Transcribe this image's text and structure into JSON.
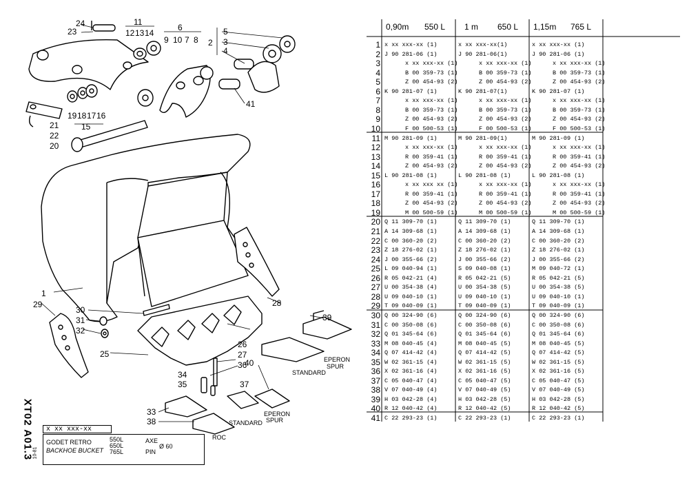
{
  "doc": {
    "code": "XT02 A01.3",
    "date": "10-81",
    "ref": "x xx xxx-xx",
    "title_fr": "GODET RETRO",
    "title_en": "BACKHOE BUCKET",
    "capacities": [
      "550L",
      "650L",
      "765L"
    ],
    "axe_fr": "AXE",
    "axe_en": "PIN",
    "diameter": "Ø 60"
  },
  "figure": {
    "notes": {
      "eperon_spur_upper": [
        "EPERON",
        "SPUR"
      ],
      "standard_upper": "STANDARD",
      "eperon_spur_lower": [
        "EPERON",
        "SPUR"
      ],
      "standard_lower": "STANDARD",
      "roc": "ROC"
    },
    "callouts": {
      "c1": "1",
      "c2": "2",
      "c3": "3",
      "c4": "4",
      "c5": "5",
      "c6": "6",
      "c7": "7",
      "c8": "8",
      "c9": "9",
      "c10": "10",
      "c11": "11",
      "c12": "12",
      "c13": "13",
      "c14": "14",
      "c15": "15",
      "c16": "16",
      "c17": "17",
      "c18": "18",
      "c19": "19",
      "c20": "20",
      "c21": "21",
      "c22": "22",
      "c23": "23",
      "c24": "24",
      "c25": "25",
      "c26": "26",
      "c27": "27",
      "c28": "28",
      "c29": "29",
      "c30": "30",
      "c31": "31",
      "c32": "32",
      "c33": "33",
      "c34": "34",
      "c35": "35",
      "c36": "36",
      "c37": "37",
      "c38": "38",
      "c39": "39",
      "c40": "40",
      "c41": "41"
    }
  },
  "table": {
    "headers": [
      {
        "width": "0,90m",
        "cap": "550 L"
      },
      {
        "width": "1 m",
        "cap": "650 L"
      },
      {
        "width": "1,15m",
        "cap": "765 L"
      }
    ],
    "rows": [
      {
        "n": "1",
        "c": [
          "x xx xxx-xx (1)",
          "x xx xxx-xx(1)",
          "x xx xxx-xx (1)"
        ],
        "indent": [
          0,
          0,
          0
        ]
      },
      {
        "n": "2",
        "c": [
          "J 90 281-06 (1)",
          "J 90 281-06(1)",
          "J 90 281-06 (1)"
        ],
        "indent": [
          0,
          0,
          0
        ]
      },
      {
        "n": "3",
        "c": [
          "x xx xxx-xx (1)",
          "x xx xxx-xx (1)",
          "x xx xxx-xx (1)"
        ],
        "indent": [
          1,
          1,
          1
        ]
      },
      {
        "n": "4",
        "c": [
          "B 00 359-73 (1)",
          "B 00 359-73 (1)",
          "B 00 359-73 (1)"
        ],
        "indent": [
          1,
          1,
          1
        ]
      },
      {
        "n": "5",
        "c": [
          "Z 00 454-93 (2)",
          "Z 00 454-93 (2)",
          "Z 00 454-93 (2)"
        ],
        "indent": [
          1,
          1,
          1
        ]
      },
      {
        "n": "6",
        "c": [
          "K 90 281-07 (1)",
          "K 90 281-07(1)",
          "K 90 281-07 (1)"
        ],
        "indent": [
          0,
          0,
          0
        ]
      },
      {
        "n": "7",
        "c": [
          "x xx xxx-xx (1)",
          "x xx xxx-xx (1)",
          "x xx xxx-xx (1)"
        ],
        "indent": [
          1,
          1,
          1
        ]
      },
      {
        "n": "8",
        "c": [
          "B 00 359-73 (1)",
          "B 00 359-73 (1)",
          "B 00 359-73 (1)"
        ],
        "indent": [
          1,
          1,
          1
        ]
      },
      {
        "n": "9",
        "c": [
          "Z 00 454-93 (2)",
          "Z 00 454-93 (2)",
          "Z 00 454-93 (2)"
        ],
        "indent": [
          1,
          1,
          1
        ]
      },
      {
        "n": "10",
        "c": [
          "F 00 500-53 (1)",
          "F 00 500-53 (1)",
          "F 00 500-53 (1)"
        ],
        "indent": [
          1,
          1,
          1
        ]
      },
      {
        "n": "11",
        "c": [
          "M 90 281-09 (1)",
          "M 90 281-09(1)",
          "M 90 281-09 (1)"
        ],
        "indent": [
          0,
          0,
          0
        ]
      },
      {
        "n": "12",
        "c": [
          "x xx xxx-xx (1)",
          "x xx xxx-xx (1)",
          "x xx xxx-xx (1)"
        ],
        "indent": [
          1,
          1,
          1
        ]
      },
      {
        "n": "13",
        "c": [
          "R 00 359-41 (1)",
          "R 00 359-41 (1)",
          "R 00 359-41 (1)"
        ],
        "indent": [
          1,
          1,
          1
        ]
      },
      {
        "n": "14",
        "c": [
          "Z 00 454-93 (2)",
          "Z 00 454-93 (2)",
          "Z 00 454-93 (2)"
        ],
        "indent": [
          1,
          1,
          1
        ]
      },
      {
        "n": "15",
        "c": [
          "L 90 281-08 (1)",
          "L 90 281-08 (1)",
          "L 90 281-08 (1)"
        ],
        "indent": [
          0,
          0,
          0
        ]
      },
      {
        "n": "16",
        "c": [
          "x xx xxx xx (1)",
          "x xx xxx-xx (1)",
          "x xx xxx-xx (1)"
        ],
        "indent": [
          1,
          1,
          1
        ]
      },
      {
        "n": "17",
        "c": [
          "R 00 359-41 (1)",
          "R 00 359-41 (1)",
          "R 00 359-41 (1)"
        ],
        "indent": [
          1,
          1,
          1
        ]
      },
      {
        "n": "18",
        "c": [
          "Z 00 454-93 (2)",
          "Z 00 454-93 (2)",
          "Z 00 454-93 (2)"
        ],
        "indent": [
          1,
          1,
          1
        ]
      },
      {
        "n": "19",
        "c": [
          "M 00 500-59 (1)",
          "M 00 500-59 (1)",
          "M 00 500-59 (1)"
        ],
        "indent": [
          1,
          1,
          1
        ]
      },
      {
        "n": "20",
        "c": [
          "Q 11 309-70 (1)",
          "Q 11 309-70 (1)",
          "Q 11 309-70 (1)"
        ],
        "indent": [
          0,
          0,
          0
        ]
      },
      {
        "n": "21",
        "c": [
          "A 14 309-68 (1)",
          "A 14 309-68 (1)",
          "A 14 309-68 (1)"
        ],
        "indent": [
          0,
          0,
          0
        ]
      },
      {
        "n": "22",
        "c": [
          "C 00 360-20 (2)",
          "C 00 360-20 (2)",
          "C 00 360-20 (2)"
        ],
        "indent": [
          0,
          0,
          0
        ]
      },
      {
        "n": "23",
        "c": [
          "Z 18 276-02 (1)",
          "Z 18 276-02 (1)",
          "Z 18 276-02 (1)"
        ],
        "indent": [
          0,
          0,
          0
        ]
      },
      {
        "n": "24",
        "c": [
          "J 00 355-66 (2)",
          "J 00 355-66 (2)",
          "J 00 355-66 (2)"
        ],
        "indent": [
          0,
          0,
          0
        ]
      },
      {
        "n": "25",
        "c": [
          "L 09 040-94 (1)",
          "S 09 040-08 (1)",
          "M 09 040-72 (1)"
        ],
        "indent": [
          0,
          0,
          0
        ]
      },
      {
        "n": "26",
        "c": [
          "R 05 042-21 (4)",
          "R 05 042-21 (5)",
          "R 05 042-21 (5)"
        ],
        "indent": [
          0,
          0,
          0
        ]
      },
      {
        "n": "27",
        "c": [
          "U 00 354-38 (4)",
          "U 00 354-38 (5)",
          "U 00 354-38 (5)"
        ],
        "indent": [
          0,
          0,
          0
        ]
      },
      {
        "n": "28",
        "c": [
          "U 09 040-10 (1)",
          "U 09 040-10 (1)",
          "U 09 040-10 (1)"
        ],
        "indent": [
          0,
          0,
          0
        ]
      },
      {
        "n": "29",
        "c": [
          "T 09 040-09 (1)",
          "T 09 040-09 (1)",
          "T 09 040-09 (1)"
        ],
        "indent": [
          0,
          0,
          0
        ]
      },
      {
        "n": "30",
        "c": [
          "Q 00 324-90 (6)",
          "Q 00 324-90 (6)",
          "Q 00 324-90 (6)"
        ],
        "indent": [
          0,
          0,
          0
        ]
      },
      {
        "n": "31",
        "c": [
          "C 00 350-08 (6)",
          "C 00 350-08 (6)",
          "C 00 350-08 (6)"
        ],
        "indent": [
          0,
          0,
          0
        ]
      },
      {
        "n": "32",
        "c": [
          "Q 01 345-64 (6)",
          "Q 01 345-64 (6)",
          "Q 01 345-64 (6)"
        ],
        "indent": [
          0,
          0,
          0
        ]
      },
      {
        "n": "33",
        "c": [
          "M 08 040-45 (4)",
          "M 08 040-45 (5)",
          "M 08 040-45 (5)"
        ],
        "indent": [
          0,
          0,
          0
        ]
      },
      {
        "n": "34",
        "c": [
          "Q 07 414-42 (4)",
          "Q 07 414-42 (5)",
          "Q 07 414-42 (5)"
        ],
        "indent": [
          0,
          0,
          0
        ]
      },
      {
        "n": "35",
        "c": [
          "W 02 361-15 (4)",
          "W 02 361-15 (5)",
          "W 02 361-15 (5)"
        ],
        "indent": [
          0,
          0,
          0
        ]
      },
      {
        "n": "36",
        "c": [
          "X 02 361-16 (4)",
          "X 02 361-16 (5)",
          "X 02 361-16 (5)"
        ],
        "indent": [
          0,
          0,
          0
        ]
      },
      {
        "n": "37",
        "c": [
          "C 05 040-47 (4)",
          "C 05 040-47 (5)",
          "C 05 040-47 (5)"
        ],
        "indent": [
          0,
          0,
          0
        ]
      },
      {
        "n": "38",
        "c": [
          "V 07 040-49 (4)",
          "V 07 040-49 (5)",
          "V 07 040-49 (5)"
        ],
        "indent": [
          0,
          0,
          0
        ]
      },
      {
        "n": "39",
        "c": [
          "H 03 042-28 (4)",
          "H 03 042-28 (5)",
          "H 03 042-28 (5)"
        ],
        "indent": [
          0,
          0,
          0
        ]
      },
      {
        "n": "40",
        "c": [
          "R 12 040-42 (4)",
          "R 12 040-42 (5)",
          "R 12 040-42 (5)"
        ],
        "indent": [
          0,
          0,
          0
        ]
      },
      {
        "n": "41",
        "c": [
          "C 22 293-23 (1)",
          "C 22 293-23 (1)",
          "C 22 293-23 (1)"
        ],
        "indent": [
          0,
          0,
          0
        ]
      }
    ]
  }
}
